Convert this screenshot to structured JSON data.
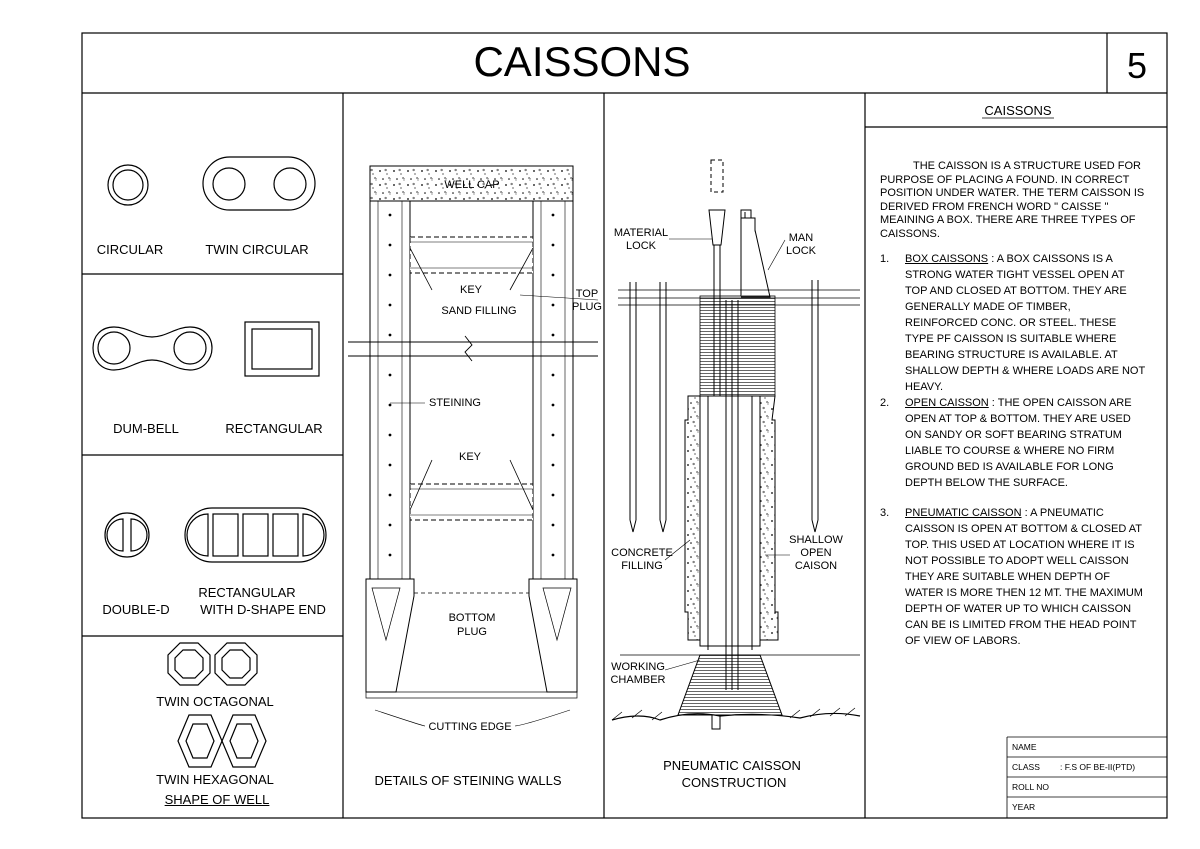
{
  "title": "CAISSONS",
  "sheet_number": "5",
  "shapes_panel": {
    "circular": "CIRCULAR",
    "twin_circular": "TWIN CIRCULAR",
    "dum_bell": "DUM-BELL",
    "rectangular": "RECTANGULAR",
    "double_d": "DOUBLE-D",
    "rect_d_line1": "RECTANGULAR",
    "rect_d_line2": "WITH D-SHAPE END",
    "twin_octagonal": "TWIN OCTAGONAL",
    "twin_hexagonal": "TWIN HEXAGONAL",
    "shape_of_well": "SHAPE OF WELL"
  },
  "steining_panel": {
    "well_cap": "WELL CAP",
    "key_top": "KEY",
    "sand_filling": "SAND FILLING",
    "top": "TOP",
    "plug": "PLUG",
    "steining": "STEINING",
    "key_bottom": "KEY",
    "bottom": "BOTTOM",
    "bottom_plug": "PLUG",
    "cutting_edge": "CUTTING EDGE",
    "caption": "DETAILS OF STEINING  WALLS"
  },
  "pneumatic_panel": {
    "material": "MATERIAL",
    "lock_left": "LOCK",
    "man": "MAN",
    "lock_right": "LOCK",
    "concrete": "CONCRETE",
    "filling": "FILLING",
    "shallow": "SHALLOW",
    "open": "OPEN",
    "caison": "CAISON",
    "working": "WORKING",
    "chamber": "CHAMBER",
    "caption_line1": "PNEUMATIC CAISSON",
    "caption_line2": "CONSTRUCTION"
  },
  "description": {
    "heading": "CAISSONS",
    "intro": "THE CAISSON IS A STRUCTURE USED FOR PURPOSE OF PLACING A FOUND. IN CORRECT POSITION UNDER WATER. THE TERM CAISSON IS DERIVED FROM FRENCH WORD \" CAISSE \" MEAINING A BOX. THERE ARE THREE TYPES OF CAISSONS.",
    "items": [
      {
        "num": "1.",
        "term": "BOX CAISSONS",
        "text": "  : A BOX CAISSONS IS A STRONG WATER TIGHT VESSEL OPEN AT TOP AND CLOSED AT BOTTOM. THEY ARE GENERALLY MADE OF TIMBER, REINFORCED CONC. OR STEEL. THESE TYPE PF CAISSON IS SUITABLE WHERE BEARING STRUCTURE IS AVAILABLE. AT SHALLOW DEPTH & WHERE LOADS ARE NOT HEAVY."
      },
      {
        "num": "2.",
        "term": "OPEN CAISSON",
        "text": "  : THE OPEN CAISSON ARE OPEN AT TOP & BOTTOM. THEY ARE USED ON SANDY OR SOFT BEARING STRATUM LIABLE TO COURSE & WHERE NO FIRM GROUND BED IS AVAILABLE FOR LONG DEPTH BELOW THE SURFACE."
      },
      {
        "num": "3.",
        "term": "PNEUMATIC CAISSON",
        "text": "  : A PNEUMATIC CAISSON IS OPEN AT BOTTOM & CLOSED AT TOP. THIS USED AT LOCATION WHERE IT IS NOT POSSIBLE TO ADOPT WELL CAISSON THEY ARE SUITABLE WHEN DEPTH OF WATER IS MORE THEN 12 MT. THE MAXIMUM DEPTH OF WATER UP TO WHICH CAISSON CAN BE IS LIMITED FROM THE HEAD POINT OF VIEW OF LABORS."
      }
    ]
  },
  "title_block": {
    "name_label": "NAME",
    "class_label": "CLASS",
    "class_value": ": F.S OF BE-II(PTD)",
    "roll_label": "ROLL NO",
    "year_label": "YEAR"
  }
}
